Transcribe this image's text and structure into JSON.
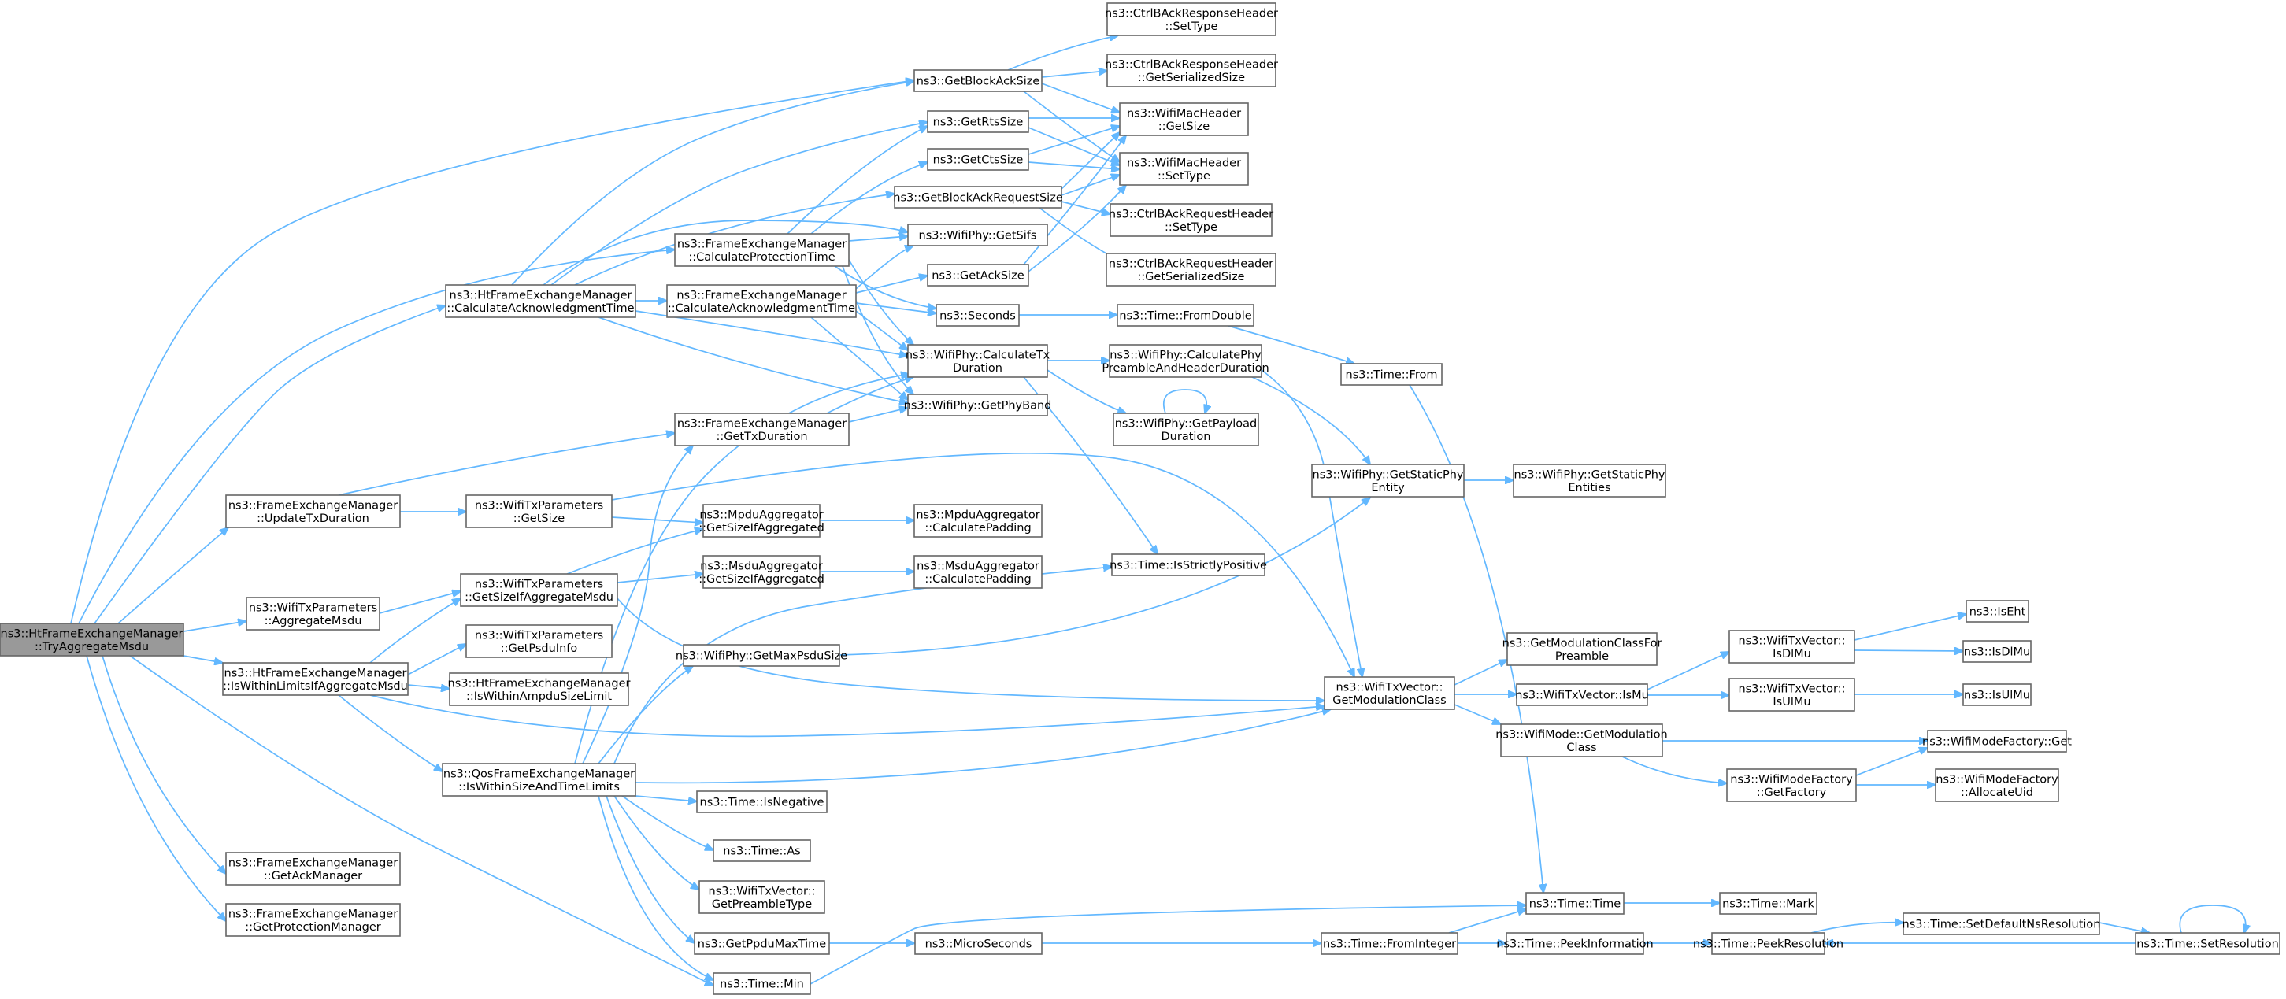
{
  "colors": {
    "edge": "#63b8ff",
    "node_border": "#666666",
    "root_fill": "#999999",
    "node_fill": "#ffffff"
  },
  "nodes": [
    {
      "id": "root",
      "lines": [
        "ns3::HtFrameExchangeManager",
        "::TryAggregateMsdu"
      ],
      "root": true
    },
    {
      "id": "htCalcAck",
      "lines": [
        "ns3::HtFrameExchangeManager",
        "::CalculateAcknowledgmentTime"
      ]
    },
    {
      "id": "updTx",
      "lines": [
        "ns3::FrameExchangeManager",
        "::UpdateTxDuration"
      ]
    },
    {
      "id": "aggMsdu",
      "lines": [
        "ns3::WifiTxParameters",
        "::AggregateMsdu"
      ]
    },
    {
      "id": "isWithinLim",
      "lines": [
        "ns3::HtFrameExchangeManager",
        "::IsWithinLimitsIfAggregateMsdu"
      ]
    },
    {
      "id": "getAckMgr",
      "lines": [
        "ns3::FrameExchangeManager",
        "::GetAckManager"
      ]
    },
    {
      "id": "getProtMgr",
      "lines": [
        "ns3::FrameExchangeManager",
        "::GetProtectionManager"
      ]
    },
    {
      "id": "fmCalcProt",
      "lines": [
        "ns3::FrameExchangeManager",
        "::CalculateProtectionTime"
      ]
    },
    {
      "id": "fmCalcAck",
      "lines": [
        "ns3::FrameExchangeManager",
        "::CalculateAcknowledgmentTime"
      ]
    },
    {
      "id": "fmGetTxDur",
      "lines": [
        "ns3::FrameExchangeManager",
        "::GetTxDuration"
      ]
    },
    {
      "id": "txpGetSize",
      "lines": [
        "ns3::WifiTxParameters",
        "::GetSize"
      ]
    },
    {
      "id": "txpGetSizeIfAgg",
      "lines": [
        "ns3::WifiTxParameters",
        "::GetSizeIfAggregateMsdu"
      ]
    },
    {
      "id": "txpGetPsdu",
      "lines": [
        "ns3::WifiTxParameters",
        "::GetPsduInfo"
      ]
    },
    {
      "id": "htWithinAmpdu",
      "lines": [
        "ns3::HtFrameExchangeManager",
        "::IsWithinAmpduSizeLimit"
      ]
    },
    {
      "id": "qosWithin",
      "lines": [
        "ns3::QosFrameExchangeManager",
        "::IsWithinSizeAndTimeLimits"
      ]
    },
    {
      "id": "getBlockAckSize",
      "lines": [
        "ns3::GetBlockAckSize"
      ]
    },
    {
      "id": "getRtsSize",
      "lines": [
        "ns3::GetRtsSize"
      ]
    },
    {
      "id": "getCtsSize",
      "lines": [
        "ns3::GetCtsSize"
      ]
    },
    {
      "id": "getBarSize",
      "lines": [
        "ns3::GetBlockAckRequestSize"
      ]
    },
    {
      "id": "phyGetSifs",
      "lines": [
        "ns3::WifiPhy::GetSifs"
      ]
    },
    {
      "id": "getAckSize",
      "lines": [
        "ns3::GetAckSize"
      ]
    },
    {
      "id": "seconds",
      "lines": [
        "ns3::Seconds"
      ]
    },
    {
      "id": "phyCalcTx",
      "lines": [
        "ns3::WifiPhy::CalculateTx",
        "Duration"
      ]
    },
    {
      "id": "phyGetBand",
      "lines": [
        "ns3::WifiPhy::GetPhyBand"
      ]
    },
    {
      "id": "mpduGetSize",
      "lines": [
        "ns3::MpduAggregator",
        "::GetSizeIfAggregated"
      ]
    },
    {
      "id": "msduGetSize",
      "lines": [
        "ns3::MsduAggregator",
        "::GetSizeIfAggregated"
      ]
    },
    {
      "id": "phyGetMaxPsdu",
      "lines": [
        "ns3::WifiPhy::GetMaxPsduSize"
      ]
    },
    {
      "id": "timeIsNeg",
      "lines": [
        "ns3::Time::IsNegative"
      ]
    },
    {
      "id": "timeAs",
      "lines": [
        "ns3::Time::As"
      ]
    },
    {
      "id": "txvGetPre",
      "lines": [
        "ns3::WifiTxVector::",
        "GetPreambleType"
      ]
    },
    {
      "id": "getPpduMax",
      "lines": [
        "ns3::GetPpduMaxTime"
      ]
    },
    {
      "id": "timeMin",
      "lines": [
        "ns3::Time::Min"
      ]
    },
    {
      "id": "cbarespSetType",
      "lines": [
        "ns3::CtrlBAckResponseHeader",
        "::SetType"
      ]
    },
    {
      "id": "cbarespGetSer",
      "lines": [
        "ns3::CtrlBAckResponseHeader",
        "::GetSerializedSize"
      ]
    },
    {
      "id": "macGetSize",
      "lines": [
        "ns3::WifiMacHeader",
        "::GetSize"
      ]
    },
    {
      "id": "macSetType",
      "lines": [
        "ns3::WifiMacHeader",
        "::SetType"
      ]
    },
    {
      "id": "cbareqSetType",
      "lines": [
        "ns3::CtrlBAckRequestHeader",
        "::SetType"
      ]
    },
    {
      "id": "cbareqGetSer",
      "lines": [
        "ns3::CtrlBAckRequestHeader",
        "::GetSerializedSize"
      ]
    },
    {
      "id": "timeFromDouble",
      "lines": [
        "ns3::Time::FromDouble"
      ]
    },
    {
      "id": "phyCalcPre",
      "lines": [
        "ns3::WifiPhy::CalculatePhy",
        "PreambleAndHeaderDuration"
      ]
    },
    {
      "id": "phyGetPayload",
      "lines": [
        "ns3::WifiPhy::GetPayload",
        "Duration"
      ]
    },
    {
      "id": "mpduCalcPad",
      "lines": [
        "ns3::MpduAggregator",
        "::CalculatePadding"
      ]
    },
    {
      "id": "msduCalcPad",
      "lines": [
        "ns3::MsduAggregator",
        "::CalculatePadding"
      ]
    },
    {
      "id": "timeIsStrict",
      "lines": [
        "ns3::Time::IsStrictlyPositive"
      ]
    },
    {
      "id": "microSeconds",
      "lines": [
        "ns3::MicroSeconds"
      ]
    },
    {
      "id": "timeFrom",
      "lines": [
        "ns3::Time::From"
      ]
    },
    {
      "id": "phyGetStatic",
      "lines": [
        "ns3::WifiPhy::GetStaticPhy",
        "Entity"
      ]
    },
    {
      "id": "txvGetMod",
      "lines": [
        "ns3::WifiTxVector::",
        "GetModulationClass"
      ]
    },
    {
      "id": "timeFromInt",
      "lines": [
        "ns3::Time::FromInteger"
      ]
    },
    {
      "id": "phyGetStatics",
      "lines": [
        "ns3::WifiPhy::GetStaticPhy",
        "Entities"
      ]
    },
    {
      "id": "getModClassFor",
      "lines": [
        "ns3::GetModulationClassFor",
        "Preamble"
      ]
    },
    {
      "id": "txvIsMu",
      "lines": [
        "ns3::WifiTxVector::IsMu"
      ]
    },
    {
      "id": "modeGetModClass",
      "lines": [
        "ns3::WifiMode::GetModulation",
        "Class"
      ]
    },
    {
      "id": "timeTime",
      "lines": [
        "ns3::Time::Time"
      ]
    },
    {
      "id": "timePeekInfo",
      "lines": [
        "ns3::Time::PeekInformation"
      ]
    },
    {
      "id": "txvIsDlMu",
      "lines": [
        "ns3::WifiTxVector::",
        "IsDlMu"
      ]
    },
    {
      "id": "txvIsUlMu",
      "lines": [
        "ns3::WifiTxVector::",
        "IsUlMu"
      ]
    },
    {
      "id": "mfGetFactory",
      "lines": [
        "ns3::WifiModeFactory",
        "::GetFactory"
      ]
    },
    {
      "id": "timeMark",
      "lines": [
        "ns3::Time::Mark"
      ]
    },
    {
      "id": "timePeekRes",
      "lines": [
        "ns3::Time::PeekResolution"
      ]
    },
    {
      "id": "timeSetDefRes",
      "lines": [
        "ns3::Time::SetDefaultNsResolution"
      ]
    },
    {
      "id": "isEht",
      "lines": [
        "ns3::IsEht"
      ]
    },
    {
      "id": "isDlMu",
      "lines": [
        "ns3::IsDlMu"
      ]
    },
    {
      "id": "isUlMu",
      "lines": [
        "ns3::IsUlMu"
      ]
    },
    {
      "id": "mfGet",
      "lines": [
        "ns3::WifiModeFactory::Get"
      ]
    },
    {
      "id": "mfAllocUid",
      "lines": [
        "ns3::WifiModeFactory",
        "::AllocateUid"
      ]
    },
    {
      "id": "timeSetRes",
      "lines": [
        "ns3::Time::SetResolution"
      ]
    }
  ]
}
